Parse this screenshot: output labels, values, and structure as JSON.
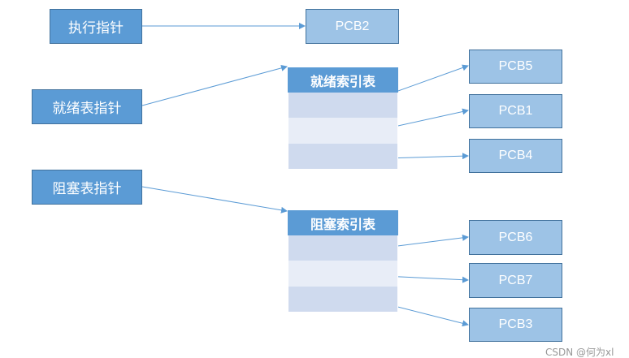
{
  "pointers": {
    "running": "执行指针",
    "ready": "就绪表指针",
    "blocked": "阻塞表指针"
  },
  "ready_table": {
    "title": "就绪索引表",
    "pcbs": [
      "PCB5",
      "PCB1",
      "PCB4"
    ]
  },
  "blocked_table": {
    "title": "阻塞索引表",
    "pcbs": [
      "PCB6",
      "PCB7",
      "PCB3"
    ]
  },
  "running_pcb": "PCB2",
  "watermark": "CSDN @何为xl",
  "colors": {
    "pointer_fill": "#5b9bd5",
    "pcb_fill": "#9dc3e6",
    "row_dark": "#cfdaee",
    "row_light": "#e8edf7",
    "arrow": "#5b9bd5"
  }
}
